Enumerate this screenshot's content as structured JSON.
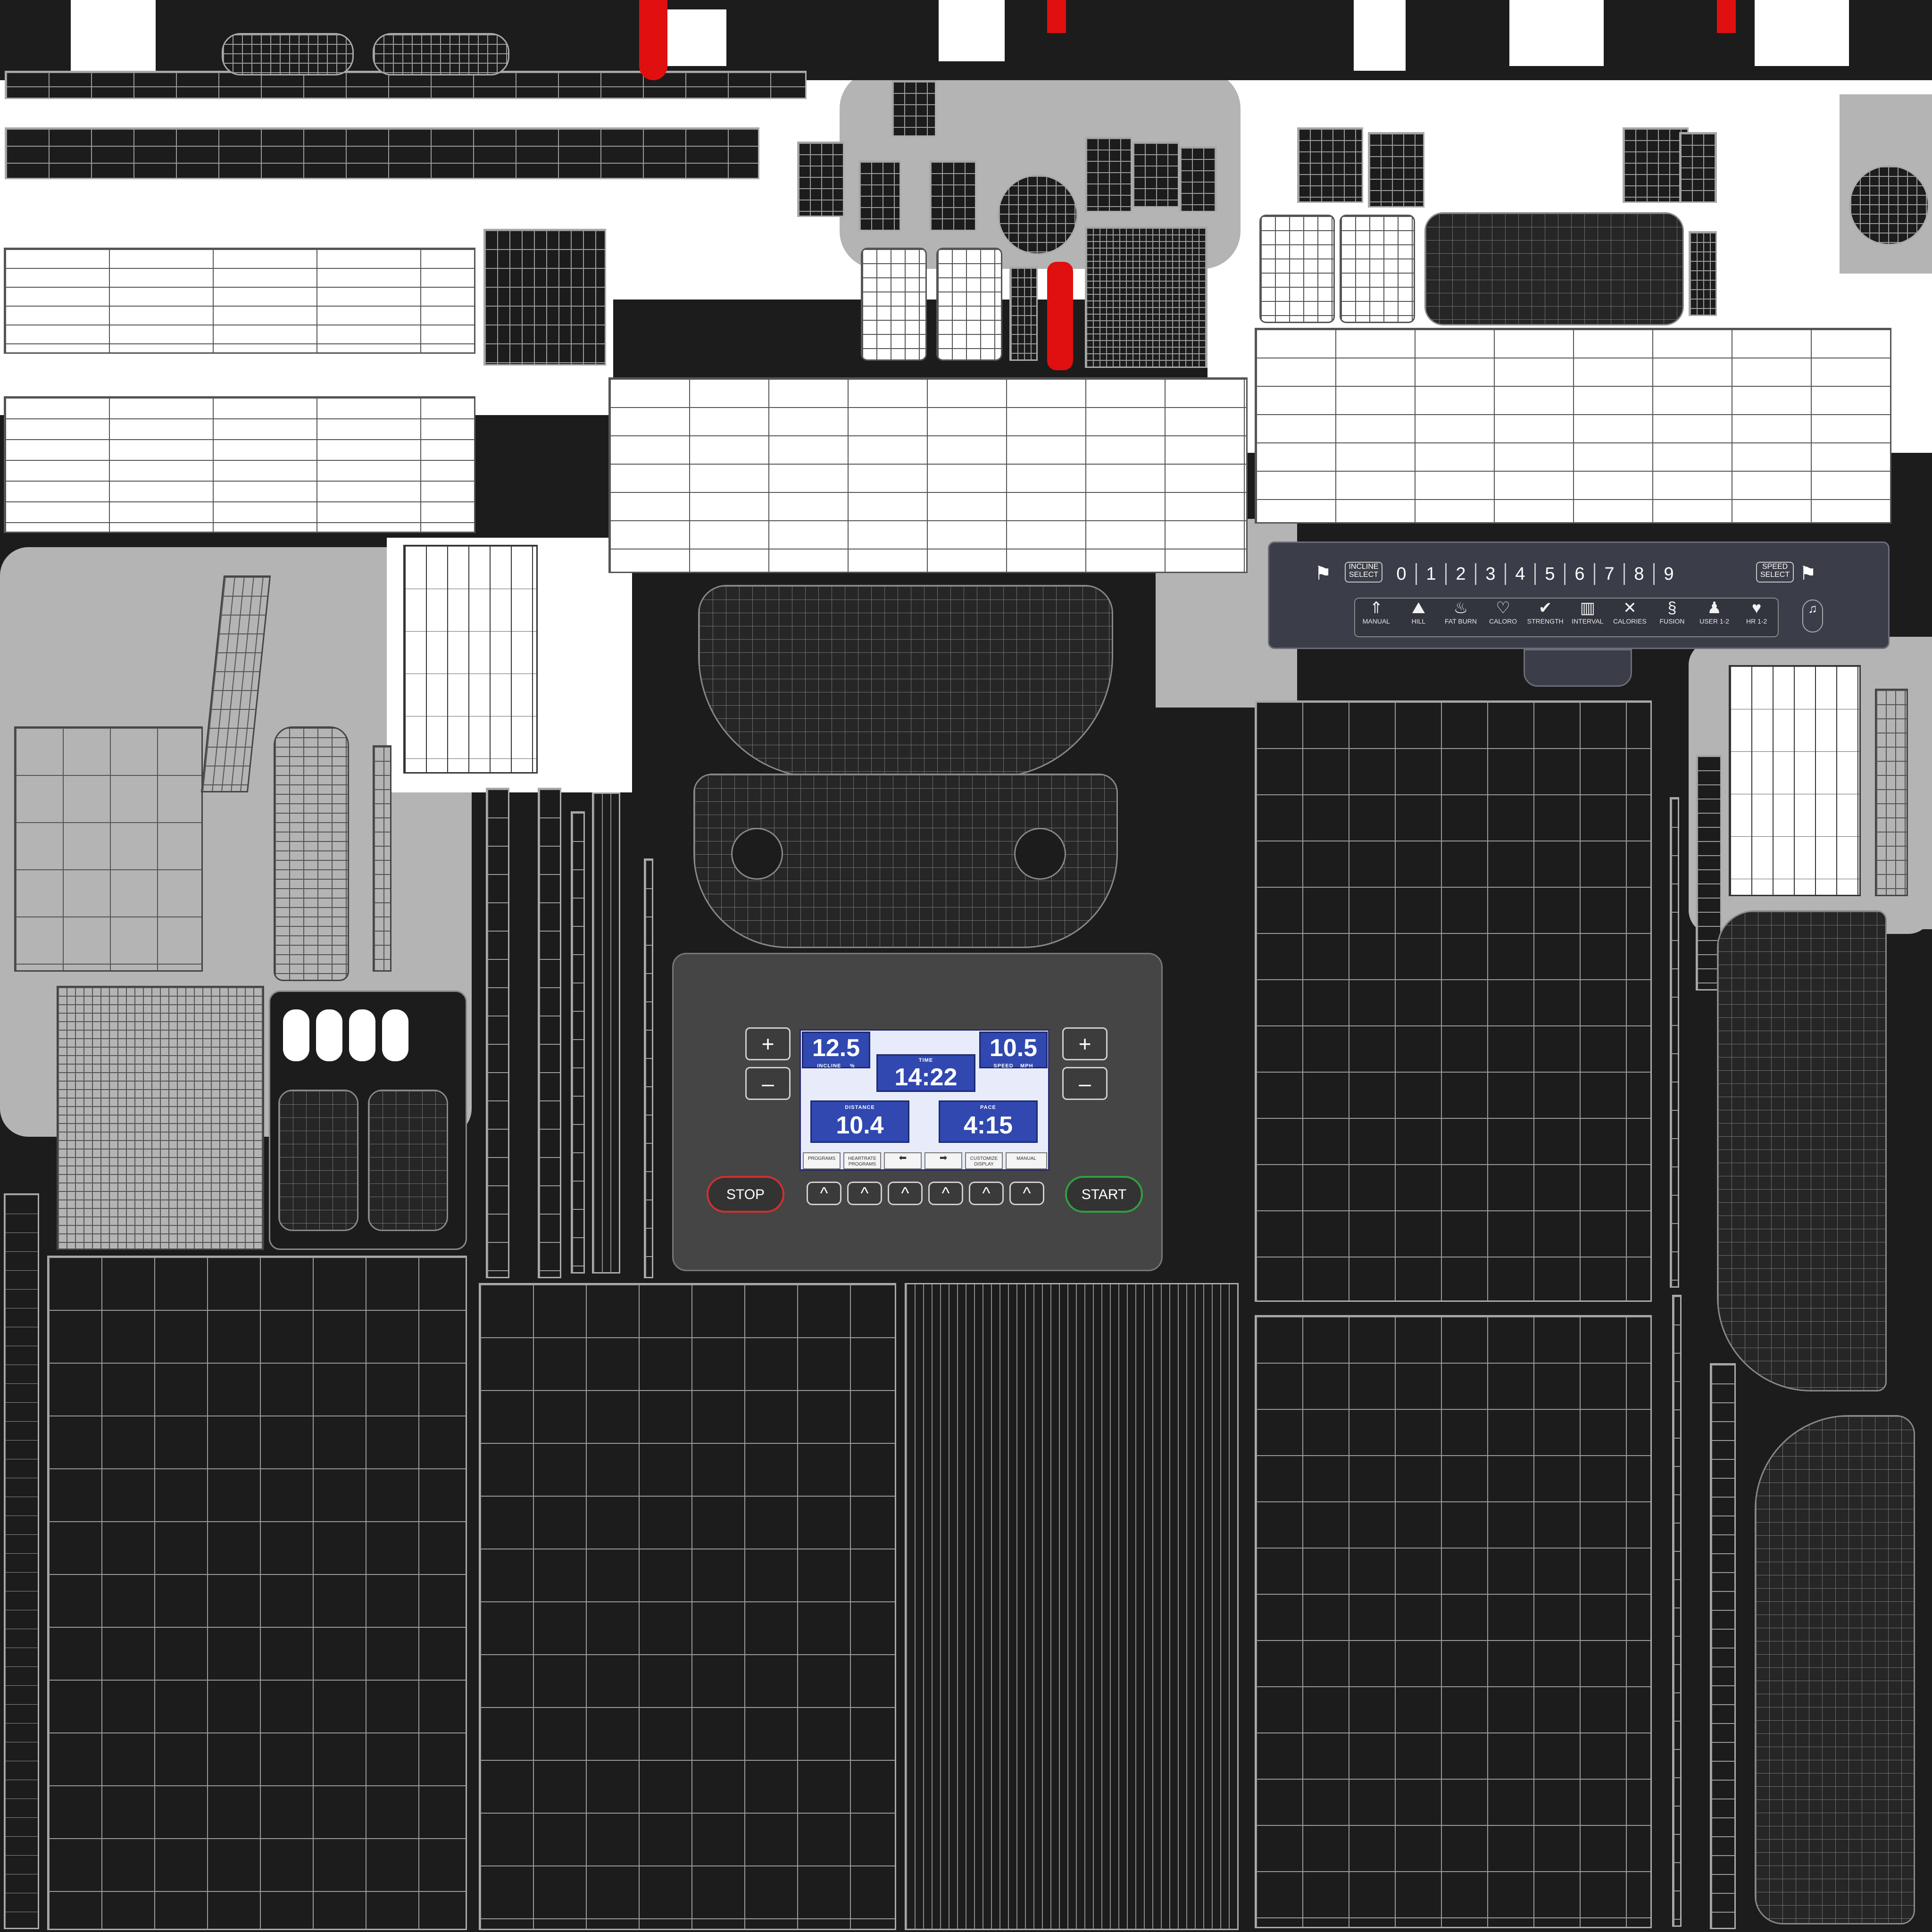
{
  "console": {
    "incline": {
      "value": "12.5",
      "label": "INCLINE",
      "unit": "%"
    },
    "time": {
      "label": "TIME",
      "value": "14:22"
    },
    "speed": {
      "value": "10.5",
      "label": "SPEED",
      "unit": "MPH"
    },
    "distance": {
      "label": "DISTANCE",
      "value": "10.4"
    },
    "pace": {
      "label": "PACE",
      "value": "4:15"
    },
    "plus_symbol": "+",
    "minus_symbol": "–",
    "soft_buttons": [
      "PROGRAMS",
      "HEARTRATE PROGRAMS",
      "⬅",
      "➡",
      "CUSTOMIZE DISPLAY",
      "MANUAL"
    ],
    "stop_label": "STOP",
    "start_label": "START",
    "chevron": "^"
  },
  "control_strip": {
    "incline_select": "INCLINE SELECT",
    "speed_select": "SPEED SELECT",
    "numbers": [
      "0",
      "1",
      "2",
      "3",
      "4",
      "5",
      "6",
      "7",
      "8",
      "9"
    ],
    "programs": [
      {
        "label": "MANUAL",
        "icon": "manual-icon",
        "glyph": "⇑"
      },
      {
        "label": "HILL",
        "icon": "hill-icon",
        "glyph": "⛰"
      },
      {
        "label": "FAT BURN",
        "icon": "flame-icon",
        "glyph": "♨"
      },
      {
        "label": "CALORO",
        "icon": "heart-pulse-icon",
        "glyph": "♡"
      },
      {
        "label": "STRENGTH",
        "icon": "strength-icon",
        "glyph": "✔"
      },
      {
        "label": "INTERVAL",
        "icon": "interval-icon",
        "glyph": "▥"
      },
      {
        "label": "CALORIES",
        "icon": "calories-icon",
        "glyph": "✕"
      },
      {
        "label": "FUSION",
        "icon": "fusion-icon",
        "glyph": "§"
      },
      {
        "label": "USER 1-2",
        "icon": "user-icon",
        "glyph": "♟"
      },
      {
        "label": "HR 1-2",
        "icon": "heart-icon",
        "glyph": "♥"
      }
    ],
    "music_glyph": "♫"
  },
  "colors": {
    "background": "#1c1c1c",
    "panel_white": "#ffffff",
    "panel_gray": "#b4b4b4",
    "accent_red": "#e01010",
    "screen_blue": "#3048b0",
    "stop_ring": "#d03030",
    "start_ring": "#30a040"
  }
}
